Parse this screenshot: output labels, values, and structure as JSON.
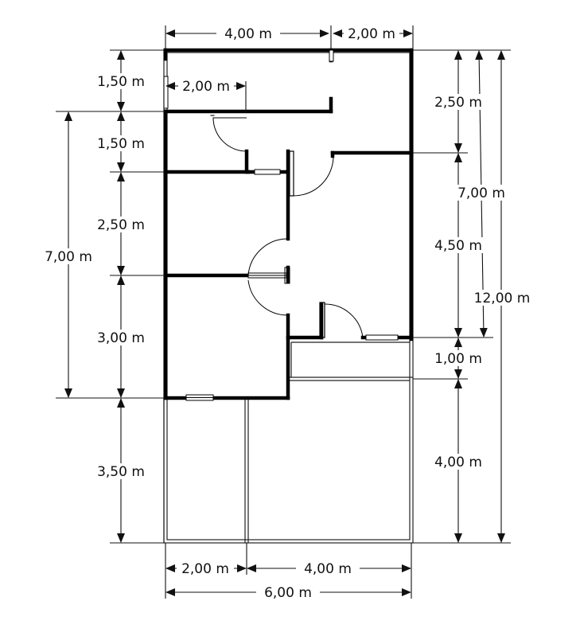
{
  "dimensions": {
    "top_left_width": "4,00 m",
    "top_right_width": "2,00 m",
    "inner_room_width": "2,00 m",
    "left_1": "1,50 m",
    "left_2": "1,50 m",
    "left_3": "2,50 m",
    "left_4": "3,00 m",
    "left_5": "3,50 m",
    "left_total": "7,00 m",
    "right_1": "2,50 m",
    "right_2": "4,50 m",
    "right_3": "1,00 m",
    "right_4": "4,00 m",
    "right_sub_total": "7,00 m",
    "right_total": "12,00 m",
    "bottom_left_width": "2,00 m",
    "bottom_right_width": "4,00 m",
    "bottom_total_width": "6,00 m"
  },
  "colors": {
    "wall": "#000000",
    "line": "#222222",
    "background": "#ffffff"
  }
}
